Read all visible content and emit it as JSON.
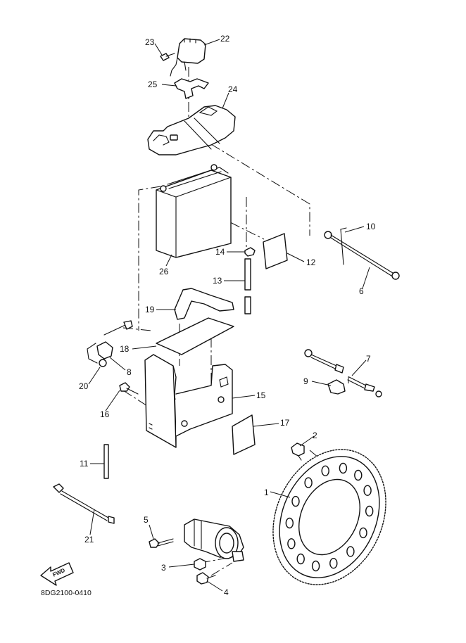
{
  "diagram": {
    "drawing_code": "8DG2100-0410",
    "fwd_label": "FWD",
    "callouts": [
      "1",
      "2",
      "3",
      "4",
      "5",
      "6",
      "7",
      "8",
      "9",
      "10",
      "11",
      "12",
      "13",
      "14",
      "15",
      "16",
      "17",
      "18",
      "19",
      "20",
      "21",
      "22",
      "23",
      "24",
      "25",
      "26"
    ]
  }
}
